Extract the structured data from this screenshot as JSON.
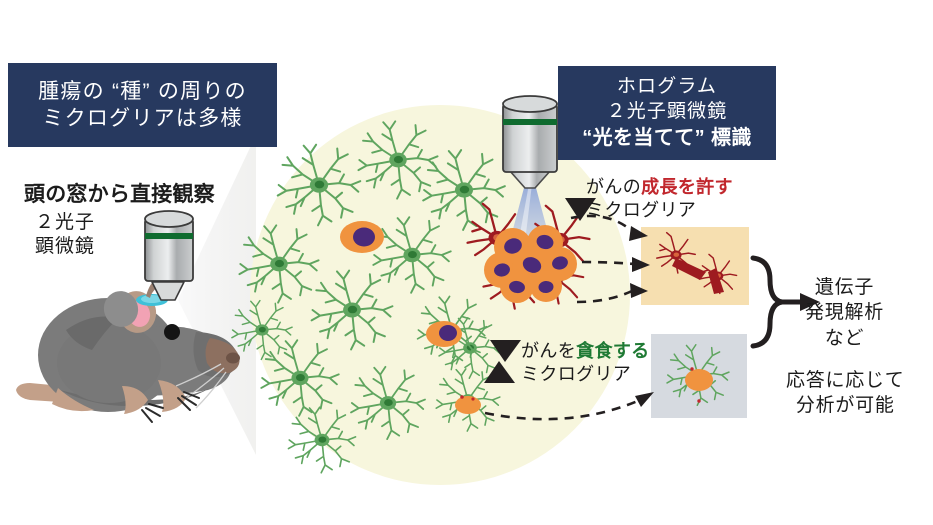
{
  "figure": {
    "title_boxes": {
      "tumor_seed": {
        "line1": "腫瘍の “種” の周りの",
        "line2": "ミクログリアは多様",
        "bg_color": "#27395f",
        "text_color": "#ffffff"
      },
      "hologram": {
        "line1": "ホログラム",
        "line2": "２光子顕微鏡",
        "line3": "“光を当てて” 標識",
        "bg_color": "#27395f",
        "text_color": "#ffffff"
      }
    },
    "labels": {
      "cranial_window": "頭の窓から直接観察",
      "microscope_line1": "２光子",
      "microscope_line2": "顕微鏡",
      "grow_prefix": "がんの",
      "grow_emphasis": "成長を許す",
      "grow_suffix": "ミクログリア",
      "grow_emphasis_color": "#c1272d",
      "eat_prefix": "がんを",
      "eat_emphasis": "貪食する",
      "eat_suffix": "ミクログリア",
      "eat_emphasis_color": "#1f7a34",
      "gene_line1": "遺伝子",
      "gene_line2": "発現解析",
      "gene_line3": "など",
      "response_line1": "応答に応じて",
      "response_line2": "分析が可能"
    },
    "palette": {
      "navy": "#27395f",
      "cream_field": "#f7f6dd",
      "microglia_green": "#5fa55f",
      "microglia_green_dark": "#3f8a46",
      "tumor_orange": "#f0933f",
      "tumor_nucleus_purple": "#4a2a7a",
      "activated_red": "#9e1b20",
      "panel_beige": "#f6dfb0",
      "panel_gray": "#d6dae0",
      "mouse_gray": "#7b7b7b",
      "mouse_paw": "#c3a089",
      "cranial_window_cyan": "#3fc0d8",
      "scope_silver": "#b9bcbd",
      "scope_ring_green": "#0f6b2f",
      "beam_blue": "#8fa6d8",
      "arrow_black": "#231f20"
    },
    "elements": {
      "microglia_resting_count": 11,
      "tumor_cell_free_count": 1,
      "engulfing_microglia_count": 2,
      "tumor_mass": "orange cell cluster with purple nuclei surrounded by dark-red activated microglia",
      "panel_top": "beige inset showing two dark-red activated microglia",
      "panel_bottom": "gray inset showing one green microglia with engulfed orange material",
      "dashed_arrows_to_beige_panel": 3,
      "dashed_arrows_to_gray_panel": 1,
      "brace_arrow": "right-pointing curly brace arrow"
    }
  }
}
